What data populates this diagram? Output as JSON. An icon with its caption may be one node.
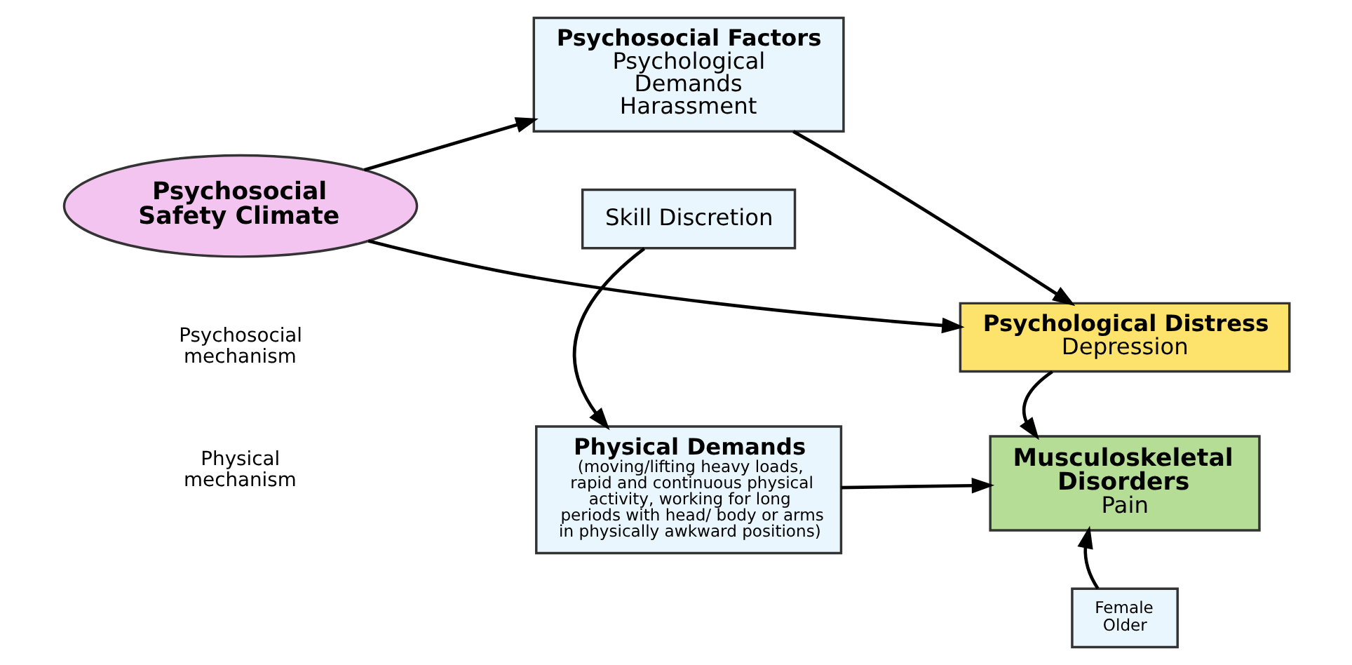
{
  "diagram": {
    "nodes": [
      {
        "text": [
          "Psychosocial Safety Climate"
        ]
      },
      {
        "text": [
          "Psychosocial Factors",
          "Psychological Demands",
          "Harassment"
        ]
      },
      {
        "text": [
          "Skill Discretion"
        ]
      },
      {
        "text": [
          "Psychological Distress",
          "Depression"
        ]
      },
      {
        "text": [
          "Physical Demands",
          "(moving/lifting heavy loads, rapid and continuous physical activity, working for long periods with head/ body or arms in physically awkward positions)"
        ]
      },
      {
        "text": [
          "Musculoskeletal Disorders",
          "Pain"
        ]
      },
      {
        "text": [
          "Female",
          "Older"
        ]
      }
    ],
    "edges": [
      {
        "from": 0,
        "to": 3,
        "arrow": "to"
      },
      {
        "from": 0,
        "to": 1,
        "arrow": "to"
      },
      {
        "from": 1,
        "to": 3,
        "arrow": "to"
      },
      {
        "from": 2,
        "to": 4,
        "arrow": "to"
      },
      {
        "from": 3,
        "to": 5,
        "arrow": "to"
      },
      {
        "from": 4,
        "to": 5,
        "arrow": "to"
      },
      {
        "from": 6,
        "to": 5,
        "arrow": "to"
      }
    ],
    "labels": [
      "Psychosocial mechanism",
      "Physical mechanism"
    ]
  }
}
